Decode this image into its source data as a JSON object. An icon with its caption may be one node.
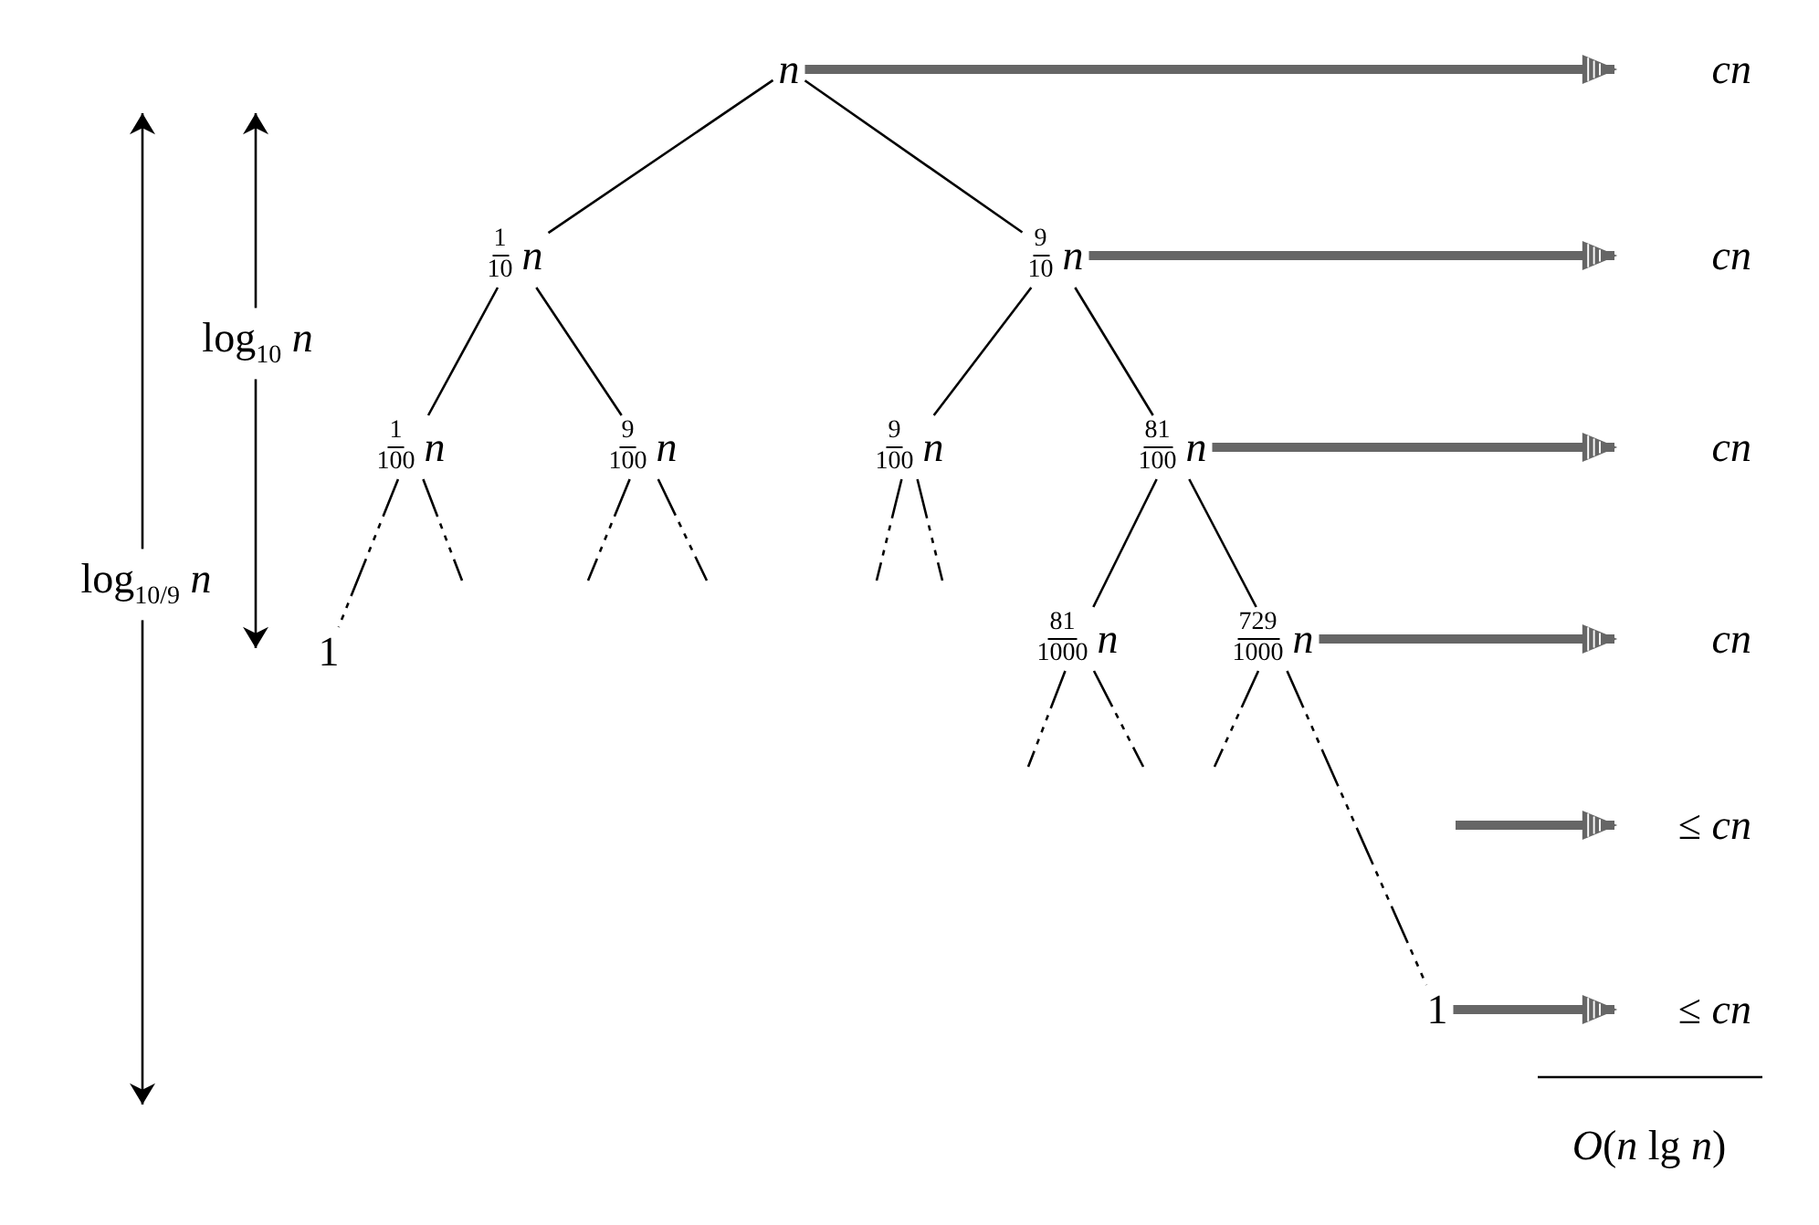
{
  "diagram": {
    "nodes": [
      {
        "text": [
          "n"
        ]
      },
      {
        "text": [
          "cn"
        ]
      },
      {
        "text": [
          "1",
          "10",
          "n"
        ]
      },
      {
        "text": [
          "9",
          "10",
          "n"
        ]
      },
      {
        "text": [
          "cn"
        ]
      },
      {
        "text": [
          "1",
          "100",
          "n"
        ]
      },
      {
        "text": [
          "9",
          "100",
          "n"
        ]
      },
      {
        "text": [
          "9",
          "100",
          "n"
        ]
      },
      {
        "text": [
          "81",
          "100",
          "n"
        ]
      },
      {
        "text": [
          "cn"
        ]
      },
      {
        "text": [
          "1"
        ]
      },
      {
        "text": [
          "81",
          "1000",
          "n"
        ]
      },
      {
        "text": [
          "729",
          "1000",
          "n"
        ]
      },
      {
        "text": [
          "cn"
        ]
      },
      {
        "text": [
          "≤ *cn*"
        ]
      },
      {
        "text": [
          "1"
        ]
      },
      {
        "text": [
          "≤ *cn*"
        ]
      }
    ],
    "edges": [
      {
        "from": 0,
        "to": 2,
        "arrow": "none"
      },
      {
        "from": 0,
        "to": 3,
        "arrow": "none"
      },
      {
        "from": 0,
        "to": 1,
        "arrow": "to",
        "style": "thick",
        "color": "#666666"
      },
      {
        "from": 2,
        "to": 5,
        "arrow": "none"
      },
      {
        "from": 2,
        "to": 6,
        "arrow": "none"
      },
      {
        "from": 3,
        "to": 7,
        "arrow": "none"
      },
      {
        "from": 3,
        "to": 8,
        "arrow": "none"
      },
      {
        "from": 3,
        "to": 4,
        "arrow": "to",
        "style": "thick",
        "color": "#666666"
      },
      {
        "from": 5,
        "to": 10,
        "arrow": "none",
        "style": "dashed"
      },
      {
        "from": 5,
        "to": null,
        "arrow": "none",
        "style": "dashed"
      },
      {
        "from": 6,
        "to": null,
        "arrow": "none",
        "style": "dashed"
      },
      {
        "from": 6,
        "to": null,
        "arrow": "none",
        "style": "dashed"
      },
      {
        "from": 7,
        "to": null,
        "arrow": "none",
        "style": "dashed"
      },
      {
        "from": 7,
        "to": null,
        "arrow": "none",
        "style": "dashed"
      },
      {
        "from": 8,
        "to": 11,
        "arrow": "none"
      },
      {
        "from": 8,
        "to": 12,
        "arrow": "none"
      },
      {
        "from": 8,
        "to": 9,
        "arrow": "to",
        "style": "thick",
        "color": "#666666"
      },
      {
        "from": 11,
        "to": null,
        "arrow": "none",
        "style": "dashed"
      },
      {
        "from": 11,
        "to": null,
        "arrow": "none",
        "style": "dashed"
      },
      {
        "from": 12,
        "to": null,
        "arrow": "none",
        "style": "dashed"
      },
      {
        "from": 12,
        "to": 15,
        "arrow": "none",
        "style": "dashed"
      },
      {
        "from": 12,
        "to": 13,
        "arrow": "to",
        "style": "thick",
        "color": "#666666"
      },
      {
        "from": null,
        "to": 14,
        "arrow": "to",
        "style": "thick",
        "color": "#666666"
      },
      {
        "from": 15,
        "to": 16,
        "arrow": "to",
        "style": "thick",
        "color": "#666666"
      }
    ],
    "labels": [
      "log$_{10}$ *n*",
      "log$_{10/9}$ *n*",
      "*O*(*n* lg *n*)"
    ]
  }
}
